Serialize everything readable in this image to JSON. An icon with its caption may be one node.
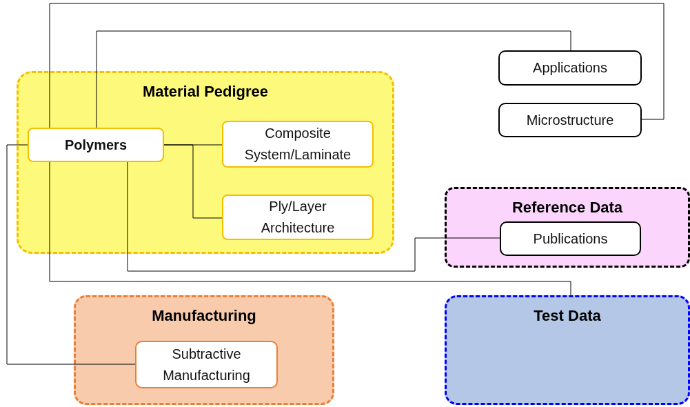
{
  "diagram": {
    "nodes": [
      {
        "text": [
          "Material Pedigree"
        ]
      },
      {
        "text": [
          "Polymers"
        ],
        "in": 0
      },
      {
        "text": [
          "Composite System/Laminate"
        ],
        "in": 0
      },
      {
        "text": [
          "Ply/Layer Architecture"
        ],
        "in": 0
      },
      {
        "text": [
          "Applications"
        ]
      },
      {
        "text": [
          "Microstructure"
        ]
      },
      {
        "text": [
          "Reference Data"
        ]
      },
      {
        "text": [
          "Publications"
        ],
        "in": 6
      },
      {
        "text": [
          "Manufacturing"
        ]
      },
      {
        "text": [
          "Subtractive Manufacturing"
        ],
        "in": 8
      },
      {
        "text": [
          "Test Data"
        ]
      }
    ],
    "edges": [
      {
        "from": 1,
        "to": 5,
        "arrow": "none"
      },
      {
        "from": 1,
        "to": 4,
        "arrow": "none"
      },
      {
        "from": 1,
        "to": 2,
        "arrow": "none"
      },
      {
        "from": 1,
        "to": 3,
        "arrow": "none"
      },
      {
        "from": 1,
        "to": 9,
        "arrow": "none"
      },
      {
        "from": 1,
        "to": 10,
        "arrow": "none"
      },
      {
        "from": 1,
        "to": 7,
        "arrow": "none"
      }
    ]
  }
}
